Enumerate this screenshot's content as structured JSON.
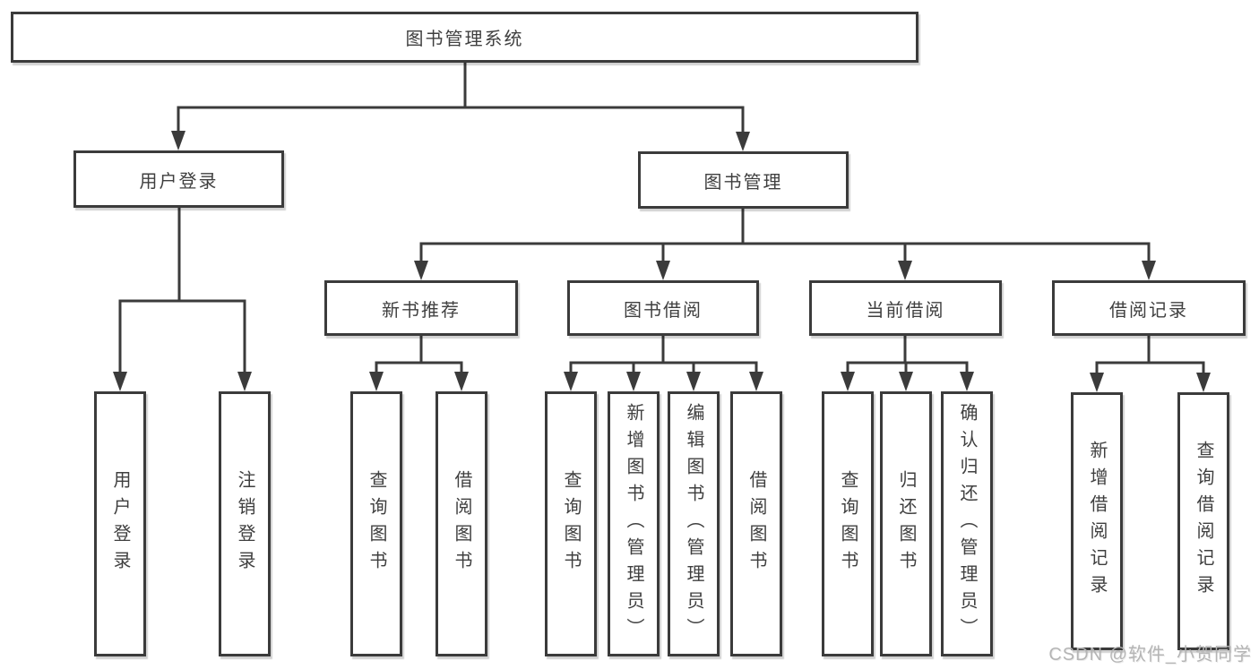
{
  "tree": {
    "root": {
      "label": "图书管理系统"
    },
    "user_branch": {
      "label": "用户登录",
      "children": [
        {
          "label": "用户登录"
        },
        {
          "label": "注销登录"
        }
      ]
    },
    "book_branch": {
      "label": "图书管理",
      "sections": [
        {
          "label": "新书推荐",
          "children": [
            {
              "label": "查询图书"
            },
            {
              "label": "借阅图书"
            }
          ]
        },
        {
          "label": "图书借阅",
          "children": [
            {
              "label": "查询图书"
            },
            {
              "label": "新增图书（管理员）"
            },
            {
              "label": "编辑图书（管理员）"
            },
            {
              "label": "借阅图书"
            }
          ]
        },
        {
          "label": "当前借阅",
          "children": [
            {
              "label": "查询图书"
            },
            {
              "label": "归还图书"
            },
            {
              "label": "确认归还（管理员）"
            }
          ]
        },
        {
          "label": "借阅记录",
          "children": [
            {
              "label": "新增借阅记录"
            },
            {
              "label": "查询借阅记录"
            }
          ]
        }
      ]
    }
  },
  "watermark": {
    "text": "CSDN @软件_小贺同学"
  },
  "colors": {
    "line": "#3b3b3b",
    "text": "#3f3f3f",
    "box_background": "#ffffff",
    "watermark": "#b5b5b5"
  }
}
